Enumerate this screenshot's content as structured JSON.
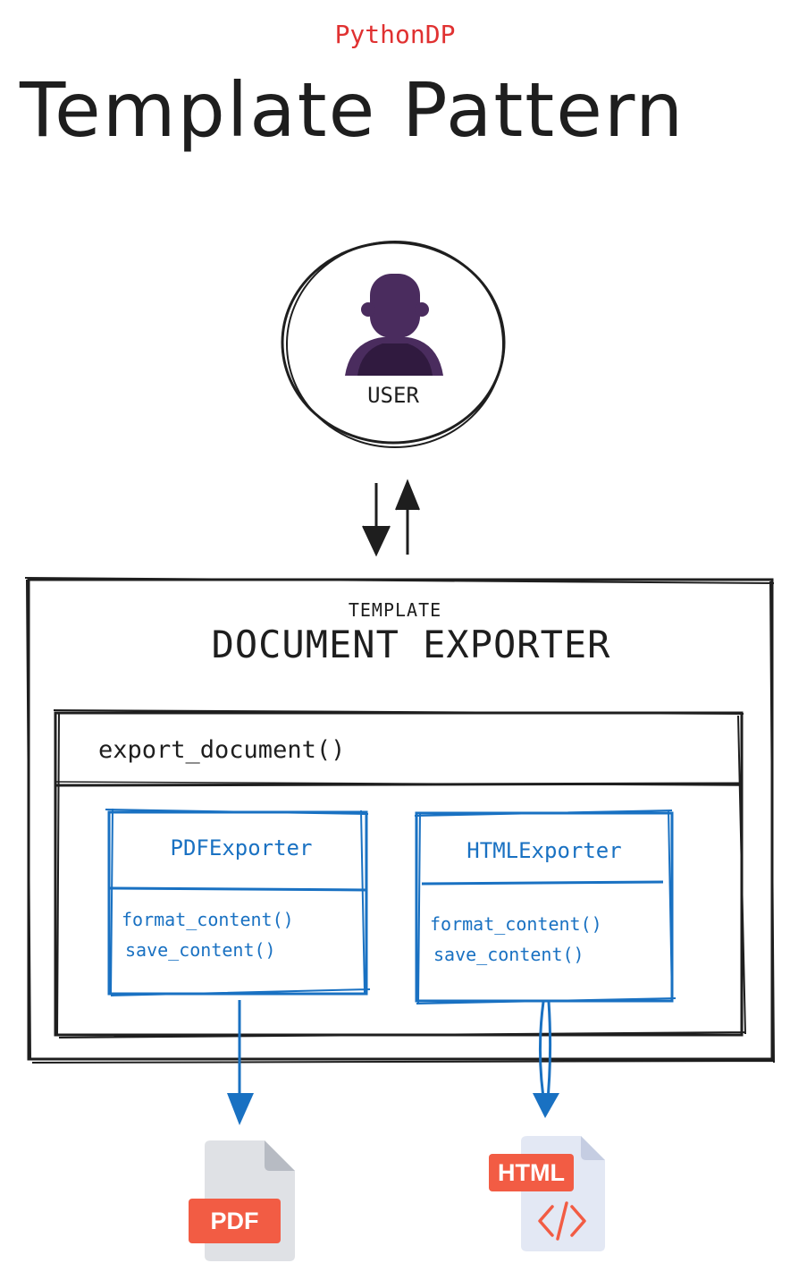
{
  "header": {
    "brand": "PythonDP",
    "title": "Template Pattern"
  },
  "actor": {
    "label": "USER"
  },
  "template": {
    "stereotype": "TEMPLATE",
    "name": "DOCUMENT EXPORTER",
    "method": "export_document()"
  },
  "subclasses": [
    {
      "name": "PDFExporter",
      "methods": [
        "format_content()",
        "save_content()"
      ]
    },
    {
      "name": "HTMLExporter",
      "methods": [
        "format_content()",
        "save_content()"
      ]
    }
  ],
  "outputs": [
    {
      "badge": "PDF",
      "icon": "pdf-file-icon"
    },
    {
      "badge": "HTML",
      "icon": "html-file-icon"
    }
  ],
  "colors": {
    "stroke": "#1e1e1e",
    "subclass": "#1971c2",
    "brand": "#e03131",
    "user": "#4a2c5e",
    "badge": "#f25c44",
    "pdf_page": "#dfe1e5",
    "html_page": "#e3e8f4"
  }
}
